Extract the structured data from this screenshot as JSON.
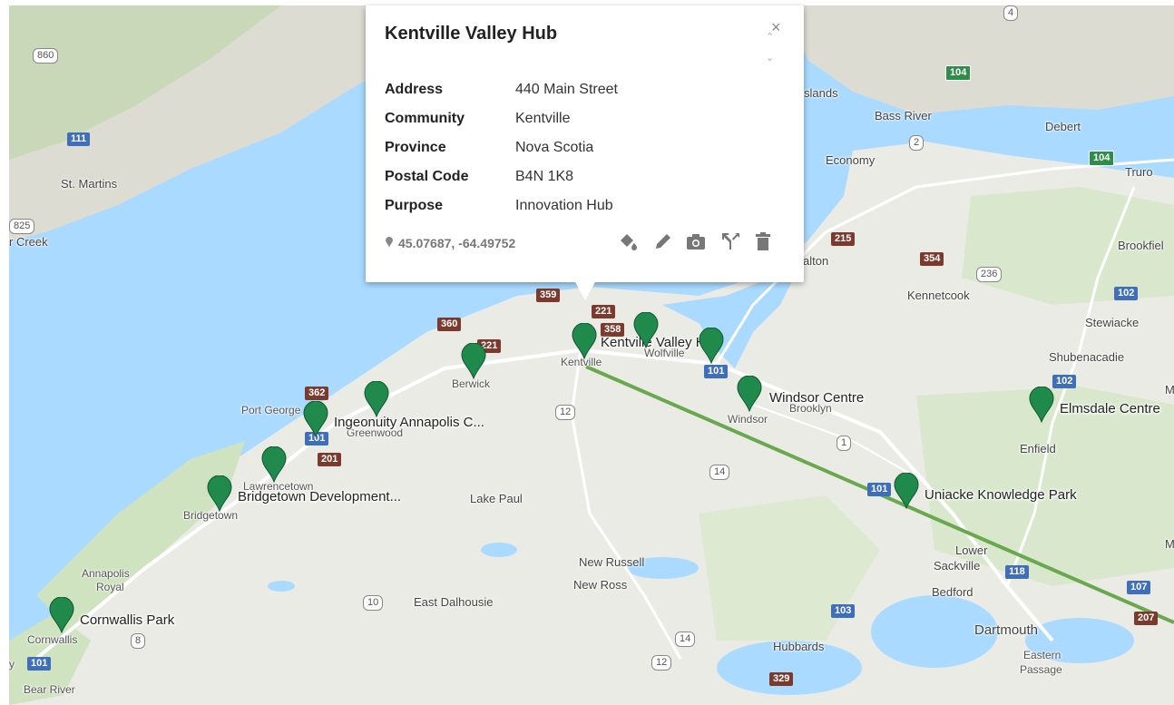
{
  "popup": {
    "title": "Kentville Valley Hub",
    "fields": [
      {
        "key": "Address",
        "value": "440 Main Street"
      },
      {
        "key": "Community",
        "value": "Kentville"
      },
      {
        "key": "Province",
        "value": "Nova Scotia"
      },
      {
        "key": "Postal Code",
        "value": "B4N 1K8"
      },
      {
        "key": "Purpose",
        "value": "Innovation Hub"
      }
    ],
    "coordinates": "45.07687, -64.49752",
    "close_glyph": "×",
    "tools": [
      "paint-bucket-icon",
      "pencil-icon",
      "camera-icon",
      "directions-icon",
      "trash-icon"
    ]
  },
  "markers": [
    {
      "name": "Kentville Valley Hub",
      "color": "#1f8a4c"
    },
    {
      "name": "Windsor Centre",
      "color": "#1f8a4c"
    },
    {
      "name": "Elmsdale Centre",
      "color": "#1f8a4c"
    },
    {
      "name": "Uniacke Knowledge Park",
      "color": "#1f8a4c"
    },
    {
      "name": "Ingeonuity Annapolis C...",
      "color": "#1f8a4c"
    },
    {
      "name": "Bridgetown Development...",
      "color": "#1f8a4c"
    },
    {
      "name": "Cornwallis Park",
      "color": "#1f8a4c"
    }
  ],
  "places": {
    "st_martins": "St. Martins",
    "creek": "r Creek",
    "islands": "slands",
    "bass_river": "Bass River",
    "debert": "Debert",
    "economy": "Economy",
    "truro": "Truro",
    "brookfield": "Brookfiel",
    "alton": "alton",
    "kennetcook": "Kennetcook",
    "stewiacke": "Stewiacke",
    "shubenacadie": "Shubenacadie",
    "berwick": "Berwick",
    "kentville": "Kentville",
    "wolfville": "Wolfville",
    "windsor": "Windsor",
    "brooklyn": "Brooklyn",
    "port_george": "Port George",
    "greenwood": "Greenwood",
    "lawrencetown": "Lawrencetown",
    "bridgetown": "Bridgetown",
    "lake_paul": "Lake Paul",
    "enfield": "Enfield",
    "lower_sackville_1": "Lower",
    "lower_sackville_2": "Sackville",
    "bedford": "Bedford",
    "dartmouth": "Dartmouth",
    "eastern_passage_1": "Eastern",
    "eastern_passage_2": "Passage",
    "new_russell": "New Russell",
    "new_ross": "New Ross",
    "east_dalhousie": "East Dalhousie",
    "annapolis_royal_1": "Annapolis",
    "annapolis_royal_2": "Royal",
    "cornwallis": "Cornwallis",
    "bear_river": "Bear River",
    "hubbards": "Hubbards",
    "m_edge_1": "M",
    "m_edge_2": "M",
    "y_edge": "y"
  },
  "shields": {
    "s860": "860",
    "s111": "111",
    "s825": "825",
    "s104a": "104",
    "s104b": "104",
    "s2": "2",
    "s215": "215",
    "s354": "354",
    "s236": "236",
    "s102a": "102",
    "s102b": "102",
    "s359": "359",
    "s221": "221",
    "s358": "358",
    "s360": "360",
    "s221b": "221",
    "s101a": "101",
    "s12a": "12",
    "s362": "362",
    "s101b": "101",
    "s201": "201",
    "s1": "1",
    "s14": "14",
    "s101c": "101",
    "s118": "118",
    "s107": "107",
    "s207": "207",
    "s10": "10",
    "s103": "103",
    "s14b": "14",
    "s12b": "12",
    "s8": "8",
    "s101d": "101",
    "s329": "329",
    "s4": "4"
  },
  "colors": {
    "water": "#aadaff",
    "land": "#ebebe6",
    "route_line": "#6aa84f",
    "marker": "#1f8a4c"
  }
}
